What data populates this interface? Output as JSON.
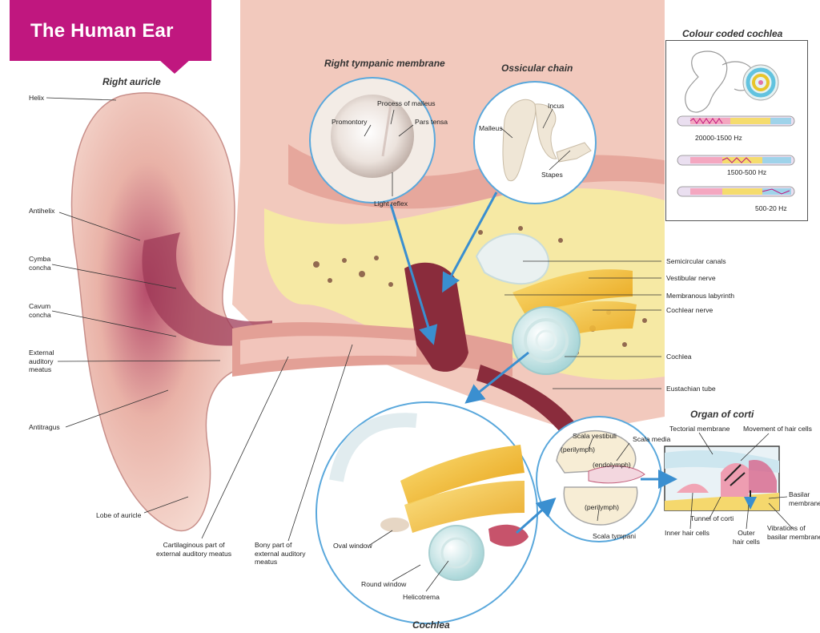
{
  "title": "The Human Ear",
  "sections": {
    "right_auricle": "Right auricle",
    "tympanic": "Right tympanic membrane",
    "ossicular": "Ossicular chain",
    "colour_cochlea": "Colour coded cochlea",
    "organ_of_corti": "Organ of corti",
    "cochlea": "Cochlea"
  },
  "auricle_labels": {
    "helix": "Helix",
    "antihelix": "Antihelix",
    "cymba": [
      "Cymba",
      "concha"
    ],
    "cavum": [
      "Cavum",
      "concha"
    ],
    "external": [
      "External",
      "auditory",
      "meatus"
    ],
    "antitragus": "Antitragus",
    "lobe": "Lobe of auricle",
    "cartilaginous": [
      "Cartilaginous part of",
      "external auditory meatus"
    ],
    "bony": [
      "Bony part of",
      "external auditory",
      "meatus"
    ]
  },
  "tympanic_labels": {
    "process_malleus": "Process of malleus",
    "promontory": "Promontory",
    "pars_tensa": "Pars tensa",
    "light_reflex": "Light reflex"
  },
  "ossicle_labels": {
    "incus": "Incus",
    "malleus": "Malleus",
    "stapes": "Stapes"
  },
  "inner_labels": {
    "semicircular": "Semicircular canals",
    "vestibular": "Vestibular nerve",
    "membranous": "Membranous labyrinth",
    "cochlear_nerve": "Cochlear nerve",
    "cochlea": "Cochlea",
    "eustachian": "Eustachian tube"
  },
  "frequency_bands": [
    "20000-1500 Hz",
    "1500-500 Hz",
    "500-20 Hz"
  ],
  "cochlea_labels": {
    "oval_window": "Oval window",
    "round_window": "Round window",
    "helicotrema": "Helicotrema"
  },
  "cross_section_labels": {
    "scala_vestibuli": "Scala vestibuli",
    "scala_media": "Scala media",
    "perilymph_top": "(perilymph)",
    "endolymph": "(endolymph)",
    "perilymph_bottom": "(perilymph)",
    "scala_tympani": "Scala tympani"
  },
  "corti_labels": {
    "tectorial": "Tectorial membrane",
    "movement": "Movement of hair cells",
    "basilar": [
      "Basilar",
      "membrane"
    ],
    "tunnel": "Tunnel of corti",
    "inner_hair": "Inner hair cells",
    "outer_hair": [
      "Outer",
      "hair cells"
    ],
    "vibrations": [
      "Vibrations of",
      "basilar membrane"
    ]
  },
  "colors": {
    "brand": "#c0177f",
    "skin": "#eec3b6",
    "bone": "#f6e9a4",
    "nerve": "#f2b21a",
    "arrow": "#3a8fd0",
    "circle_border": "#5aa8dc"
  }
}
